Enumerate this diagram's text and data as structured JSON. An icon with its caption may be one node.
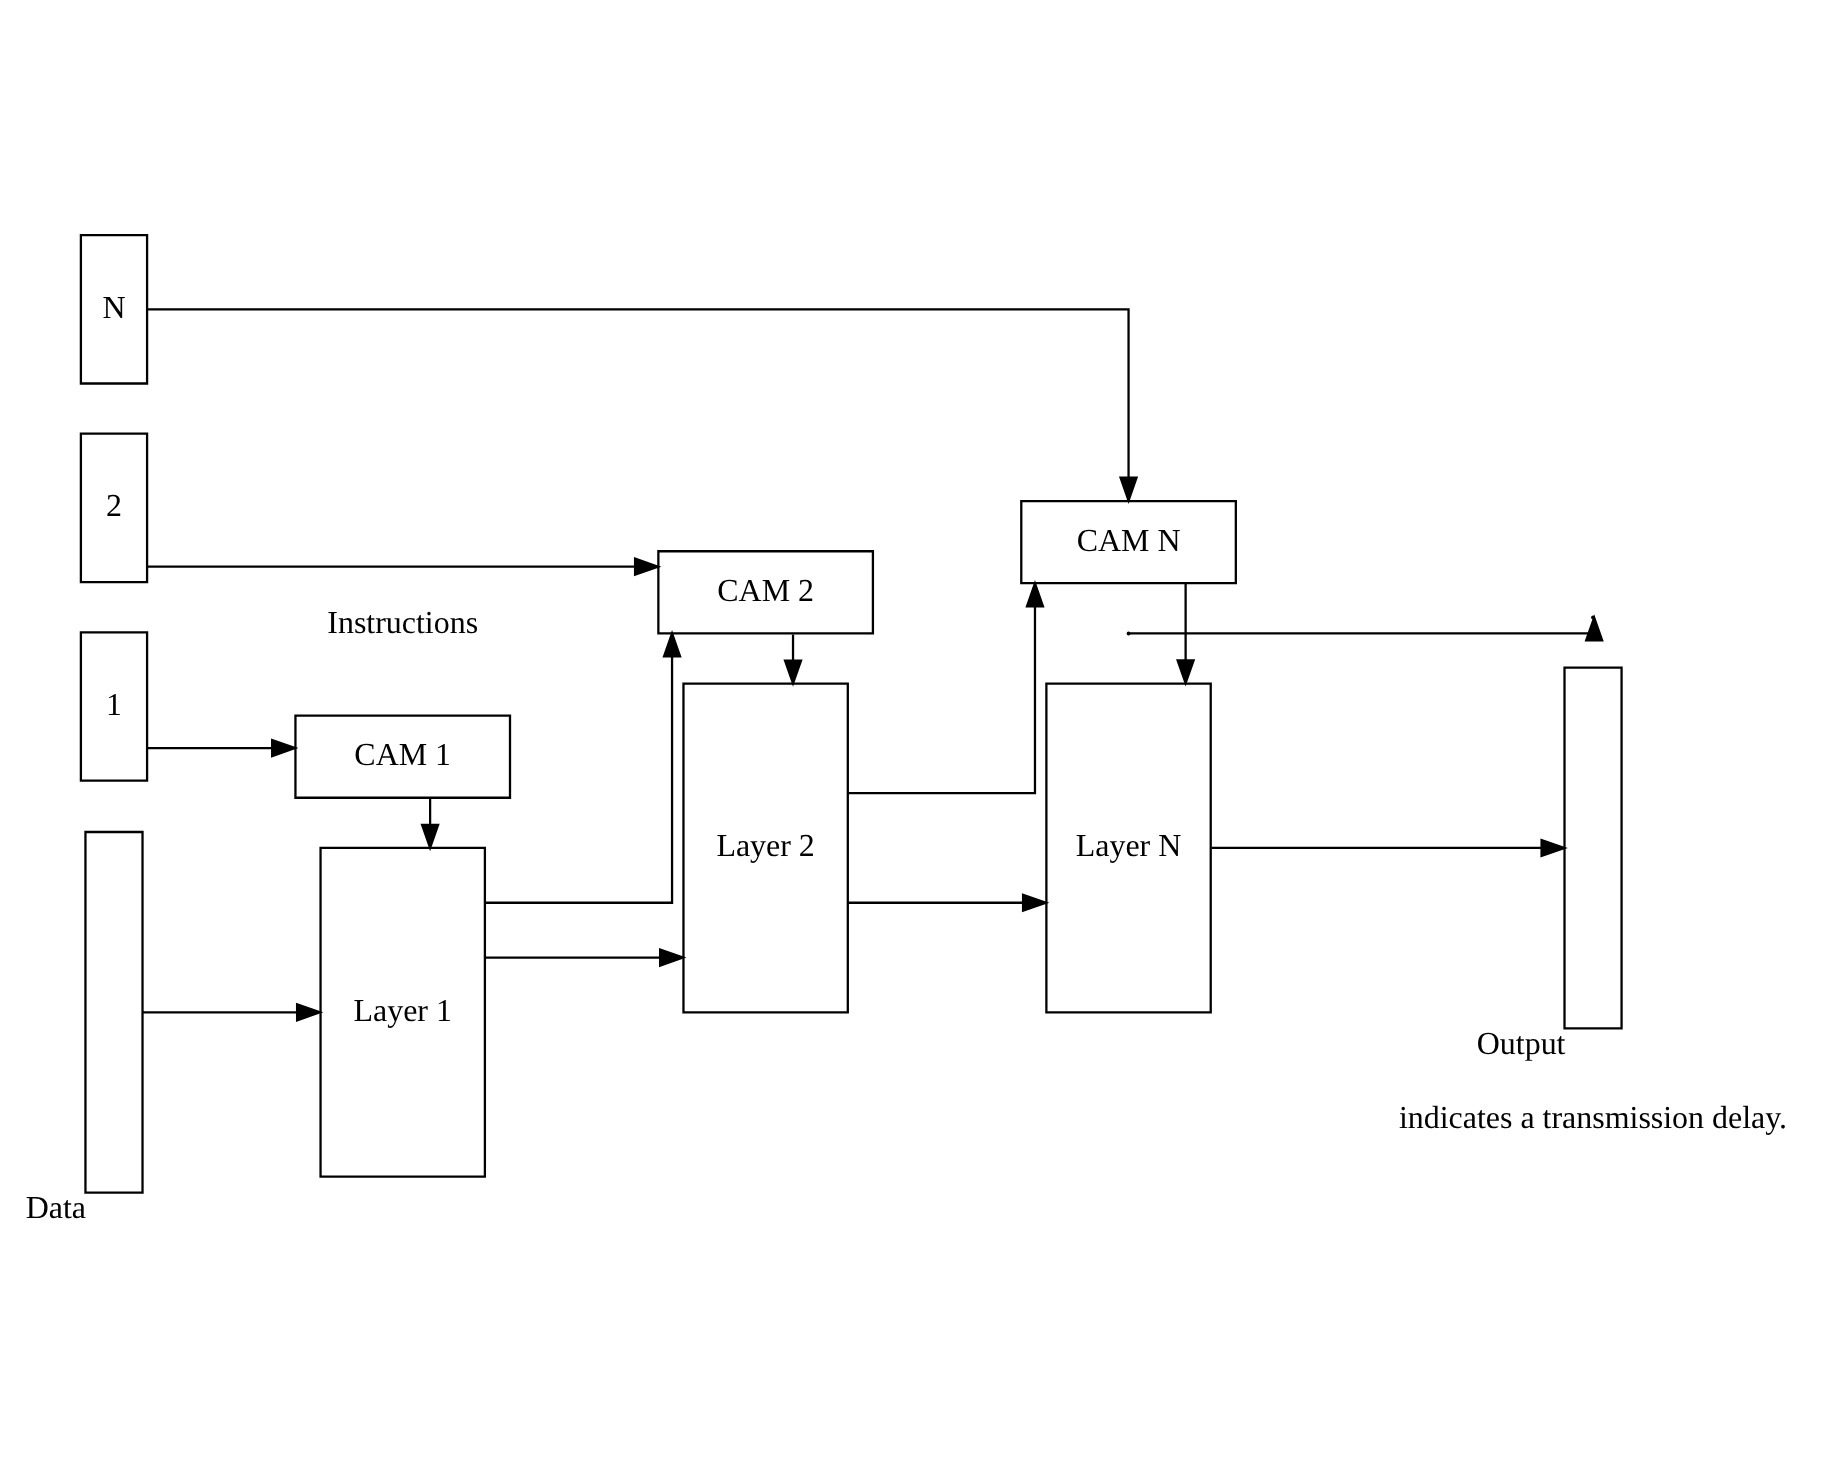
{
  "diagram": {
    "nodes": [
      {
        "text": [
          "N"
        ]
      },
      {
        "text": [
          "2"
        ]
      },
      {
        "text": [
          "1"
        ]
      },
      {
        "text": [],
        "shape": "bar",
        "beside": [
          "Data"
        ]
      },
      {
        "text": [
          "CAM 1"
        ]
      },
      {
        "text": [
          "Layer 1"
        ]
      },
      {
        "text": [
          "CAM 2"
        ]
      },
      {
        "text": [
          "Layer 2"
        ]
      },
      {
        "text": [
          "CAM N"
        ]
      },
      {
        "text": [
          "Layer N"
        ]
      },
      {
        "text": [],
        "shape": "bar",
        "beside": [
          "Output"
        ]
      }
    ],
    "edges": [
      {
        "from": 2,
        "to": 4,
        "arrow": "to"
      },
      {
        "from": 1,
        "to": 6,
        "arrow": "to"
      },
      {
        "from": 0,
        "to": 8,
        "arrow": "to"
      },
      {
        "from": 4,
        "to": 5,
        "arrow": "to"
      },
      {
        "from": 6,
        "to": 7,
        "arrow": "to"
      },
      {
        "from": 8,
        "to": 9,
        "arrow": "to"
      },
      {
        "from": 3,
        "to": 5,
        "arrow": "to"
      },
      {
        "from": 5,
        "to": 6,
        "arrow": "to"
      },
      {
        "from": 5,
        "to": 7,
        "arrow": "to"
      },
      {
        "from": 7,
        "to": 8,
        "arrow": "to"
      },
      {
        "from": 7,
        "to": 9,
        "arrow": "to"
      },
      {
        "from": 9,
        "to": 10,
        "arrow": "to"
      }
    ],
    "labels": [
      "Instructions"
    ],
    "legend": [
      {
        "text": "indicates a transmission delay."
      }
    ]
  }
}
